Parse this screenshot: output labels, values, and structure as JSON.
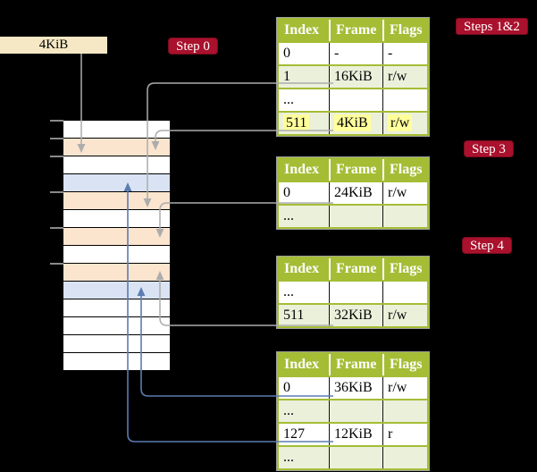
{
  "colors": {
    "bg": "#000000",
    "accent": "#A9112D",
    "accent-border": "#7c0c20",
    "olive": "#A4BD35",
    "row-green": "#EBF0DB",
    "cream": "#F6E8C4",
    "peach": "#FBE5CF",
    "blue-row": "#D9E3F4",
    "row-white": "#FFFFFF",
    "highlight": "#FFFF9C",
    "line-gray": "#ACACAC",
    "line-blue": "#5B7CB0",
    "table-outline": "#9e9e9e",
    "divider": "#111111"
  },
  "page_size_box": {
    "label": "4KiB"
  },
  "badges": {
    "step0": "Step 0",
    "steps12": "Steps 1&2",
    "step3": "Step 3",
    "step4": "Step 4"
  },
  "tables": [
    {
      "id": "page-table-steps-1-2",
      "headers": [
        "Index",
        "Frame",
        "Flags"
      ],
      "rows": [
        {
          "index": "0",
          "frame": "-",
          "flags": "-",
          "highlighted": false
        },
        {
          "index": "1",
          "frame": "16KiB",
          "flags": "r/w",
          "highlighted": false
        },
        {
          "index": "...",
          "frame": "",
          "flags": "",
          "highlighted": false
        },
        {
          "index": "511",
          "frame": "4KiB",
          "flags": "r/w",
          "highlighted": true
        }
      ]
    },
    {
      "id": "page-table-step-3",
      "headers": [
        "Index",
        "Frame",
        "Flags"
      ],
      "rows": [
        {
          "index": "0",
          "frame": "24KiB",
          "flags": "r/w",
          "highlighted": false
        },
        {
          "index": "...",
          "frame": "",
          "flags": "",
          "highlighted": false
        }
      ]
    },
    {
      "id": "page-table-step-4",
      "headers": [
        "Index",
        "Frame",
        "Flags"
      ],
      "rows": [
        {
          "index": "...",
          "frame": "",
          "flags": "",
          "highlighted": false
        },
        {
          "index": "511",
          "frame": "32KiB",
          "flags": "r/w",
          "highlighted": false
        }
      ]
    },
    {
      "id": "page-table-final",
      "headers": [
        "Index",
        "Frame",
        "Flags"
      ],
      "rows": [
        {
          "index": "0",
          "frame": "36KiB",
          "flags": "r/w",
          "highlighted": false
        },
        {
          "index": "...",
          "frame": "",
          "flags": "",
          "highlighted": false
        },
        {
          "index": "127",
          "frame": "12KiB",
          "flags": "r",
          "highlighted": false
        },
        {
          "index": "...",
          "frame": "",
          "flags": "",
          "highlighted": false
        }
      ]
    }
  ],
  "memory": {
    "rows": [
      {
        "fill": "row-white"
      },
      {
        "fill": "peach"
      },
      {
        "fill": "row-white"
      },
      {
        "fill": "blue-row"
      },
      {
        "fill": "peach"
      },
      {
        "fill": "row-white"
      },
      {
        "fill": "peach"
      },
      {
        "fill": "row-white"
      },
      {
        "fill": "peach"
      },
      {
        "fill": "blue-row"
      },
      {
        "fill": "row-white"
      },
      {
        "fill": "row-white"
      },
      {
        "fill": "row-white"
      },
      {
        "fill": "row-white"
      }
    ]
  },
  "connections": [
    {
      "from": "page-size-box",
      "to": "memory-row-2",
      "style": "gray"
    },
    {
      "from": "page-table-steps-1-2.row-1",
      "to": "memory-row-5",
      "style": "gray"
    },
    {
      "from": "page-table-steps-1-2.row-511",
      "to": "memory-row-2",
      "style": "gray"
    },
    {
      "from": "page-table-step-3.row-0",
      "to": "memory-row-7",
      "style": "gray"
    },
    {
      "from": "page-table-step-4.row-511",
      "to": "memory-row-9",
      "style": "gray"
    },
    {
      "from": "page-table-final.row-0",
      "to": "memory-row-10",
      "style": "blue"
    },
    {
      "from": "page-table-final.row-127",
      "to": "memory-row-4",
      "style": "blue"
    }
  ]
}
